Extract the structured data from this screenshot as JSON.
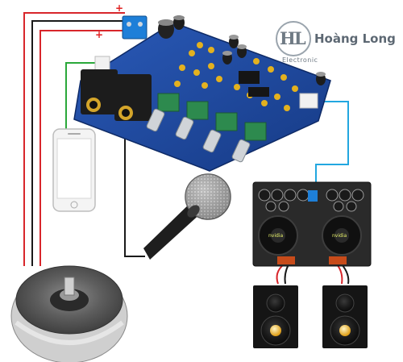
{
  "logo": {
    "monogram": "HL",
    "name": "Hoàng Long",
    "tagline": "Electronic"
  },
  "power_labels": {
    "top": "+",
    "bottom": "+"
  },
  "colors": {
    "pcb_blue": "#1f4aa0",
    "wire_red": "#d8262b",
    "wire_black": "#1a1a1a",
    "wire_green": "#2aa83a",
    "wire_cyan": "#22a7e0",
    "amp_board": "#2a2a2a"
  },
  "icons": [
    "smartphone-icon",
    "microphone-icon",
    "speaker-icon",
    "toroidal-transformer-icon"
  ]
}
